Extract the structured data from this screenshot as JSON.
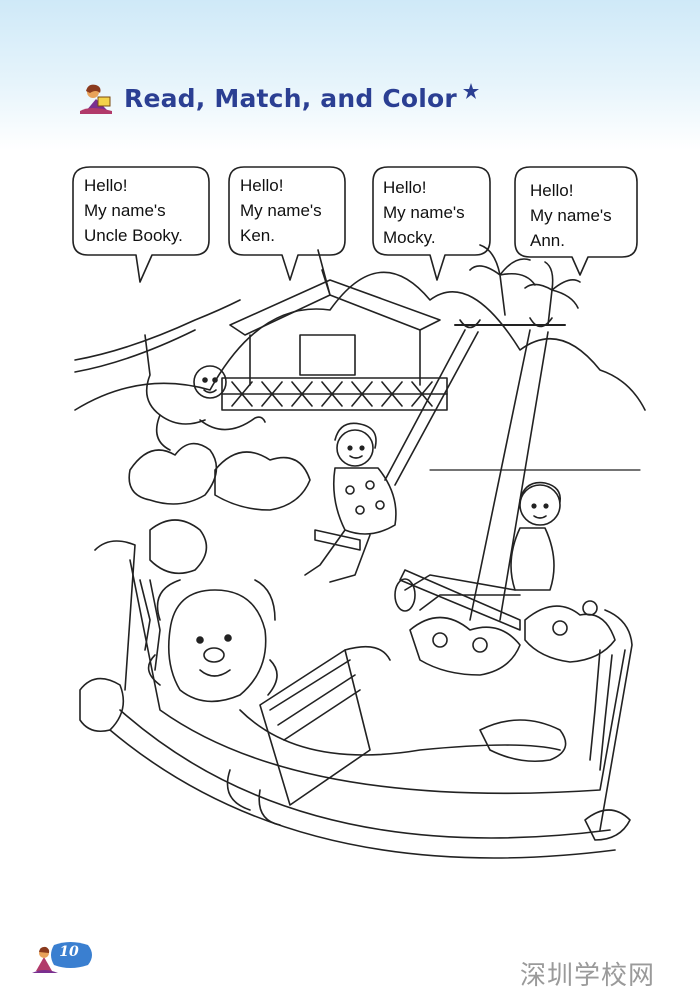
{
  "heading": {
    "title": "Read, Match, and Color",
    "icon": "reading-girl-icon",
    "star_icon": "star-icon",
    "color": "#2b3f93"
  },
  "bubbles": [
    {
      "lines": [
        "Hello!",
        "My name's",
        "Uncle  Booky."
      ]
    },
    {
      "lines": [
        "Hello!",
        "My name's",
        "Ken."
      ]
    },
    {
      "lines": [
        "Hello!",
        "My name's",
        "Mocky."
      ]
    },
    {
      "lines": [
        "Hello!",
        "My name's",
        "Ann."
      ]
    }
  ],
  "illustration": {
    "characters": [
      "monkey-hanging",
      "girl-on-swing",
      "boy-on-swing",
      "lion-reading-in-hammock"
    ],
    "scene_icons": [
      "treehouse-icon",
      "palm-tree-icon",
      "hammock-icon",
      "swing-icon",
      "book-icon"
    ]
  },
  "footer": {
    "page_number": "10",
    "page_badge_color": "#3a7fd0",
    "watermark": "深圳学校网"
  }
}
